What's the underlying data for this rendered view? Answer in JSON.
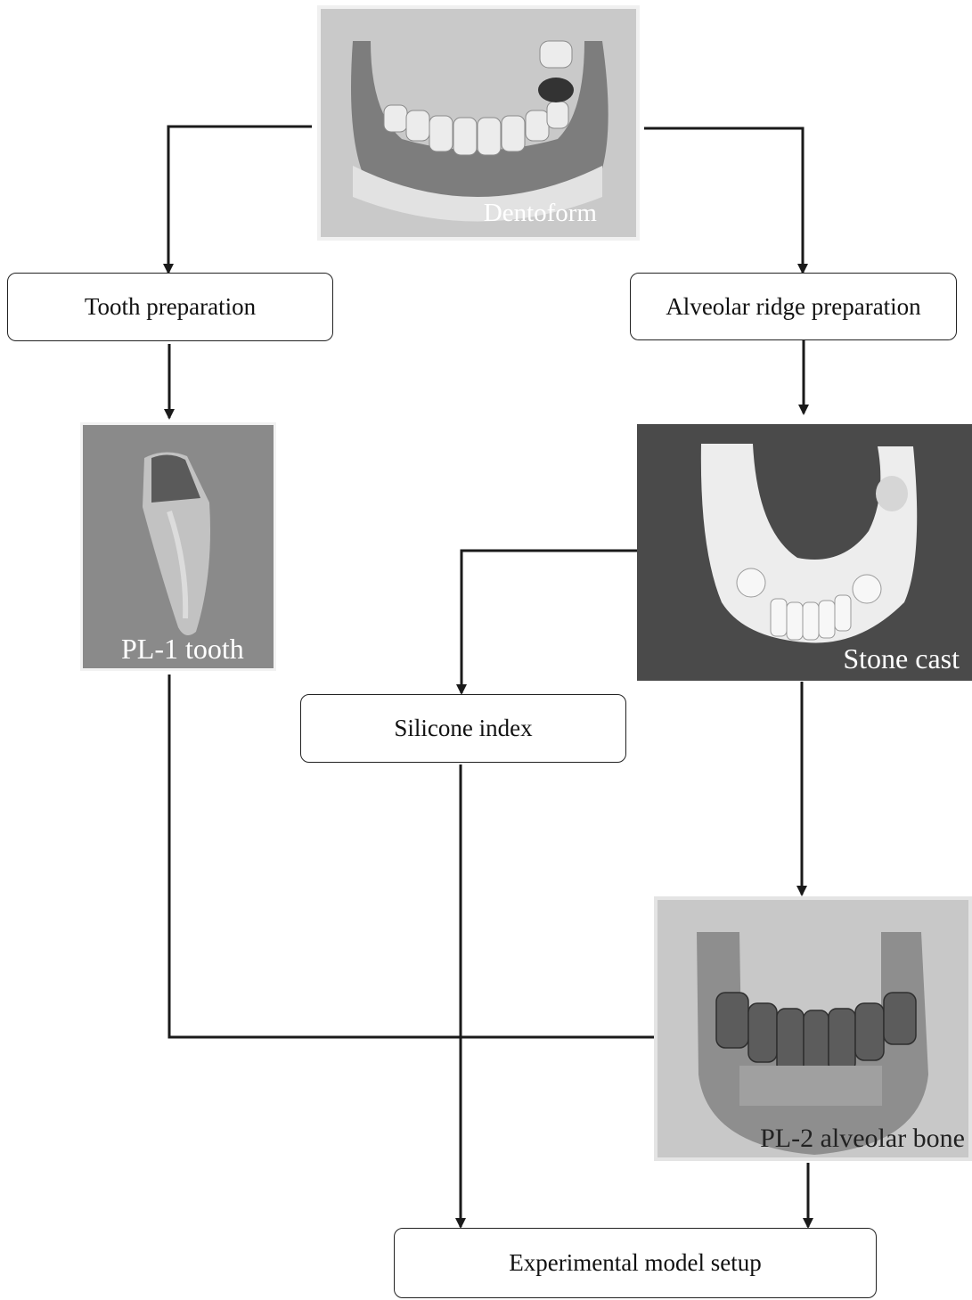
{
  "nodes": {
    "dentoform": {
      "label": "Dentoform"
    },
    "tooth_prep": {
      "label": "Tooth preparation"
    },
    "ridge_prep": {
      "label": "Alveolar ridge preparation"
    },
    "pl1": {
      "label": "PL-1 tooth"
    },
    "stone_cast": {
      "label": "Stone cast"
    },
    "silicone": {
      "label": "Silicone index"
    },
    "pl2": {
      "label": "PL-2 alveolar bone"
    },
    "setup": {
      "label": "Experimental model setup"
    }
  },
  "edges": [
    {
      "from": "dentoform",
      "to": "tooth_prep"
    },
    {
      "from": "dentoform",
      "to": "ridge_prep"
    },
    {
      "from": "tooth_prep",
      "to": "pl1"
    },
    {
      "from": "ridge_prep",
      "to": "stone_cast"
    },
    {
      "from": "stone_cast",
      "to": "silicone"
    },
    {
      "from": "stone_cast",
      "to": "pl2"
    },
    {
      "from": "pl1",
      "to": "pl2"
    },
    {
      "from": "silicone",
      "to": "setup"
    },
    {
      "from": "pl2",
      "to": "setup"
    }
  ],
  "colors": {
    "line": "#1a1a1a",
    "box_border": "#222222",
    "photo_label": "#ffffff"
  },
  "photos": {
    "dentoform": {
      "depicts": "grayscale photo of lower jaw dentoform model"
    },
    "pl1": {
      "depicts": "grayscale photo of single translucent tooth"
    },
    "stone_cast": {
      "depicts": "grayscale photo of white stone cast of lower arch"
    },
    "pl2": {
      "depicts": "grayscale photo of translucent alveolar bone model with teeth"
    }
  }
}
